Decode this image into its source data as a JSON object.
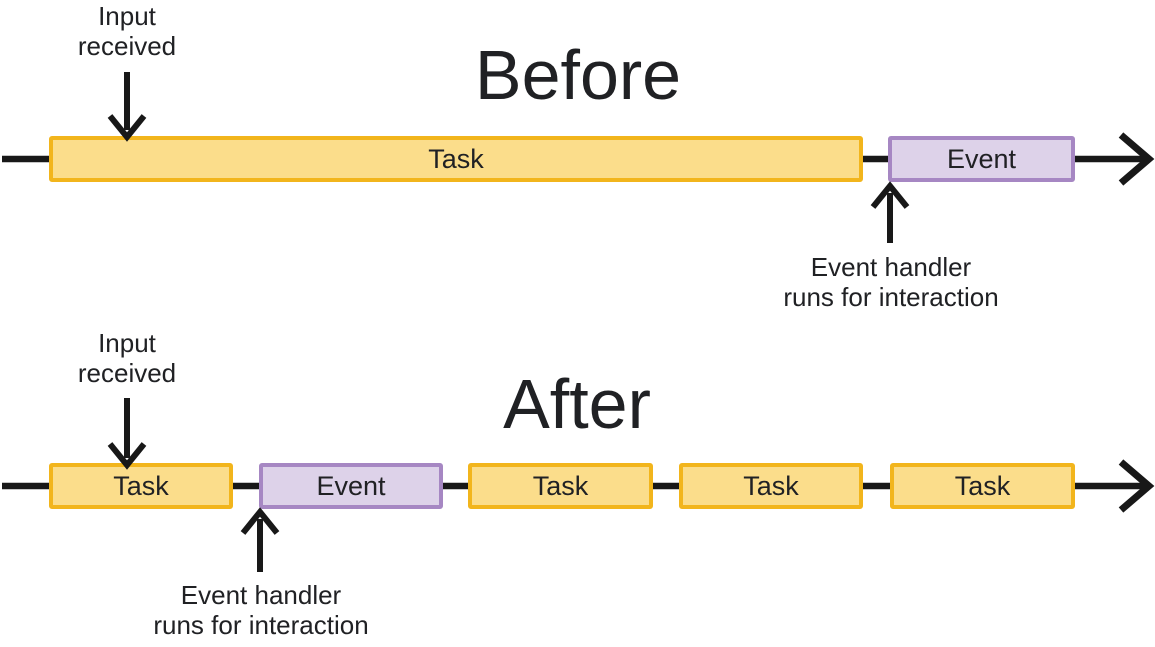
{
  "colors": {
    "task_fill": "#FBDD8B",
    "task_border": "#F2B51C",
    "event_fill": "#DDD2E9",
    "event_border": "#A687C3",
    "text": "#202124",
    "arrow": "#181818"
  },
  "before": {
    "title": "Before",
    "input_caption": {
      "line1": "Input",
      "line2": "received"
    },
    "task_label": "Task",
    "event_label": "Event",
    "handler_caption": {
      "line1": "Event handler",
      "line2": "runs for interaction"
    }
  },
  "after": {
    "title": "After",
    "input_caption": {
      "line1": "Input",
      "line2": "received"
    },
    "task_labels": [
      "Task",
      "Task",
      "Task",
      "Task"
    ],
    "event_label": "Event",
    "handler_caption": {
      "line1": "Event handler",
      "line2": "runs for interaction"
    }
  }
}
